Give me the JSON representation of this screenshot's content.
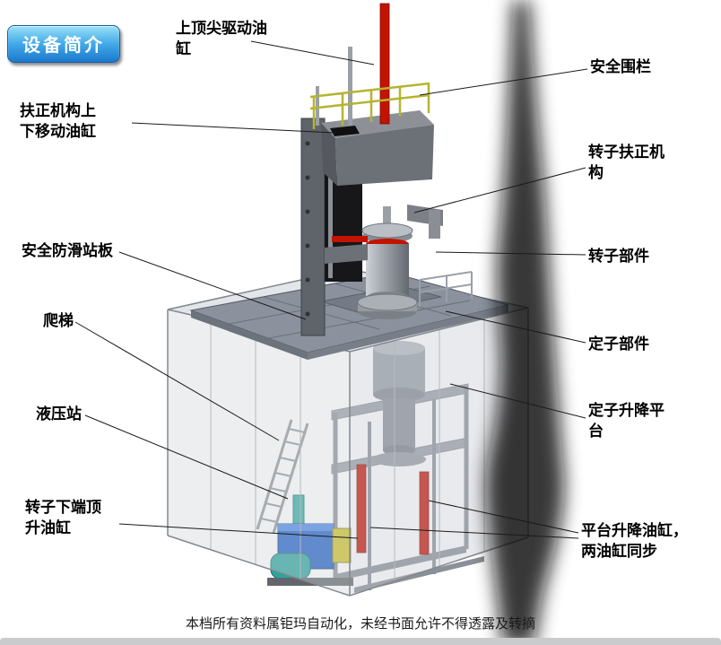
{
  "title_badge": {
    "label": "设备简介"
  },
  "labels": [
    {
      "name": "top-center-drive-cylinder",
      "text": "上顶尖驱动油\n缸"
    },
    {
      "name": "safety-fence",
      "text": "安全围栏"
    },
    {
      "name": "centering-updown-cylinder",
      "text": "扶正机构上\n下移动油缸"
    },
    {
      "name": "rotor-centering-mechanism",
      "text": "转子扶正机\n构"
    },
    {
      "name": "anti-slip-platform",
      "text": "安全防滑站板"
    },
    {
      "name": "rotor-component",
      "text": "转子部件"
    },
    {
      "name": "ladder",
      "text": "爬梯"
    },
    {
      "name": "stator-component",
      "text": "定子部件"
    },
    {
      "name": "hydraulic-station",
      "text": "液压站"
    },
    {
      "name": "stator-lift-platform",
      "text": "定子升降平\n台"
    },
    {
      "name": "rotor-bottom-jack-cylinder",
      "text": "转子下端顶\n升油缸"
    },
    {
      "name": "platform-lift-cylinders",
      "text": "平台升降油缸，\n两油缸同步"
    }
  ],
  "footer": {
    "text": "本档所有资料属钜玛自动化，未经书面允许不得透露及转摘"
  },
  "colors": {
    "cylinder_red": "#c41200",
    "fence_yellow": "#b5b431",
    "hydraulic_blue": "#2060c8",
    "motor_teal": "#2aa49e",
    "platform_grey": "#8b929e"
  }
}
